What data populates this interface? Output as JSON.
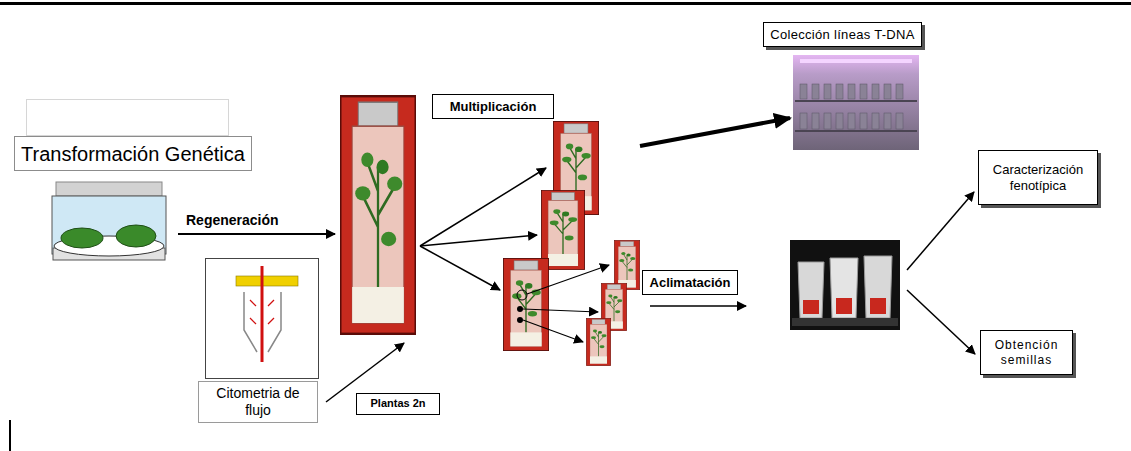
{
  "diagram": {
    "nodes": [
      {
        "text": [
          "Transformación Genética"
        ]
      },
      {
        "text": [
          "Citometria de flujo"
        ]
      },
      {
        "text": [
          "Plantas 2n"
        ]
      },
      {
        "text": [
          "Multiplicación"
        ]
      },
      {
        "text": [
          "Colección líneas T-DNA"
        ]
      },
      {
        "text": [
          "Aclimatación"
        ]
      },
      {
        "text": [
          "Caracterización fenotípica"
        ]
      },
      {
        "text": [
          "Obtención semillas"
        ]
      }
    ],
    "labels": [
      "Regeneración"
    ]
  }
}
